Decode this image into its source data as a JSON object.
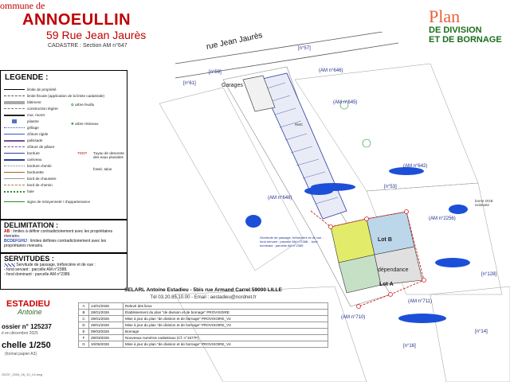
{
  "header": {
    "commune": "ommune de",
    "town": "ANNOEULLIN",
    "street": "59 Rue Jean Jaurès",
    "cadastre": "CADASTRE : Section AM n°647",
    "plan_title": "Plan",
    "plan_sub1": "DE DIVISION",
    "plan_sub2": "ET DE BORNAGE"
  },
  "legend": {
    "title": "LEGENDE :",
    "items": [
      "limite de propriété",
      "limite fiscale (application de la limite cadastrale)",
      "bâtiment",
      "construction légère",
      "mur, muret",
      "pilastre",
      "grillage",
      "clôture rigide",
      "palissade",
      "clôture de pâture",
      "bordure",
      "caniveau",
      "bordure d'ambi",
      "bordurette",
      "bord de chaussée",
      "bord de chemin",
      "haie",
      "signe de mitoyenneté / d'appartenance"
    ],
    "side_items": [
      "arbre feuillu",
      "arbre résineux",
      "Tuyau de descente des eaux pluviales",
      "fossé, talus"
    ],
    "side_codes": [
      "TDEP"
    ]
  },
  "delimitation": {
    "title": "DELIMITATION :",
    "line1_code": "AB",
    "line1_text": ": limites à définir contradictoirement avec les propriétaires riverains.",
    "line2_code": "BCDEFGHIJ",
    "line2_text": ": limites définies contradictoirement avec les propriétaires riverains."
  },
  "servitudes": {
    "title": "SERVITUDES :",
    "line1": "Servitude de passage, tréfoncière et de vue :",
    "line2": "- fond servant : parcelle AM n°2388.",
    "line3": "- fond dominant : parcelle AM n°2389."
  },
  "company": {
    "name_top": "ESTADIEU",
    "name_bottom": "Antoine",
    "selarl": "SELARL Antoine Estadieu - 5bis rue Armand Carrel 59000 LILLE",
    "contact": "Tél 03.20.85.10.00 - Email : aestadieu@nordnet.fr",
    "dossier": "ossier n° 125237",
    "dossier_date": "é en décembre 2025",
    "echelle": "chelle 1/250",
    "echelle_sub": "(format papier A3)",
    "filename": "25237_2026_06_10_V4.dwg"
  },
  "revisions": [
    {
      "letter": "A",
      "date": "14/01/2026",
      "text": "Relevé des lieux"
    },
    {
      "letter": "B",
      "date": "28/01/2026",
      "text": "Établissement du plan \"de division et de bornage\" PROVISOIRE"
    },
    {
      "letter": "C",
      "date": "29/01/2026",
      "text": "Mise à jour du plan \"de division et de bornage\" PROVISOIRE_V2"
    },
    {
      "letter": "D",
      "date": "29/01/2026",
      "text": "Mise à jour du plan \"de division et de bornage\" PROVISOIRE_V3"
    },
    {
      "letter": "E",
      "date": "09/03/2026",
      "text": "Bornage"
    },
    {
      "letter": "F",
      "date": "29/03/2026",
      "text": "Nouveaux numéros cadastraux (Cf. n°1577F)"
    },
    {
      "letter": "G",
      "date": "10/06/2026",
      "text": "Mise à jour du plan \"de division et de bornage\" PROVISOIRE_V4"
    }
  ],
  "map": {
    "street_name": "rue Jean Jaurès",
    "parcels": [
      "[n°57]",
      "[n°59]",
      "[n°61]",
      "(AM n°646)",
      "(AM n°645)",
      "(AM n°648)",
      "(AM n°642)",
      "[n°53]",
      "(AM n°2256)",
      "[n°128]",
      "(AM n°711)",
      "(AM n°710)",
      "[n°16]",
      "[n°14]"
    ],
    "garages": "Garages",
    "lot_b": "Lot B",
    "dependance": "dépendance",
    "lot_a": "Lot A",
    "borne": "borne OGE existante",
    "servitude_note": "Servitude de passage, tréfoncière et de vue - fond servant : parcelle AM n°2388. - fond dominant : parcelle AM n°2389",
    "rmc": "RMC"
  }
}
